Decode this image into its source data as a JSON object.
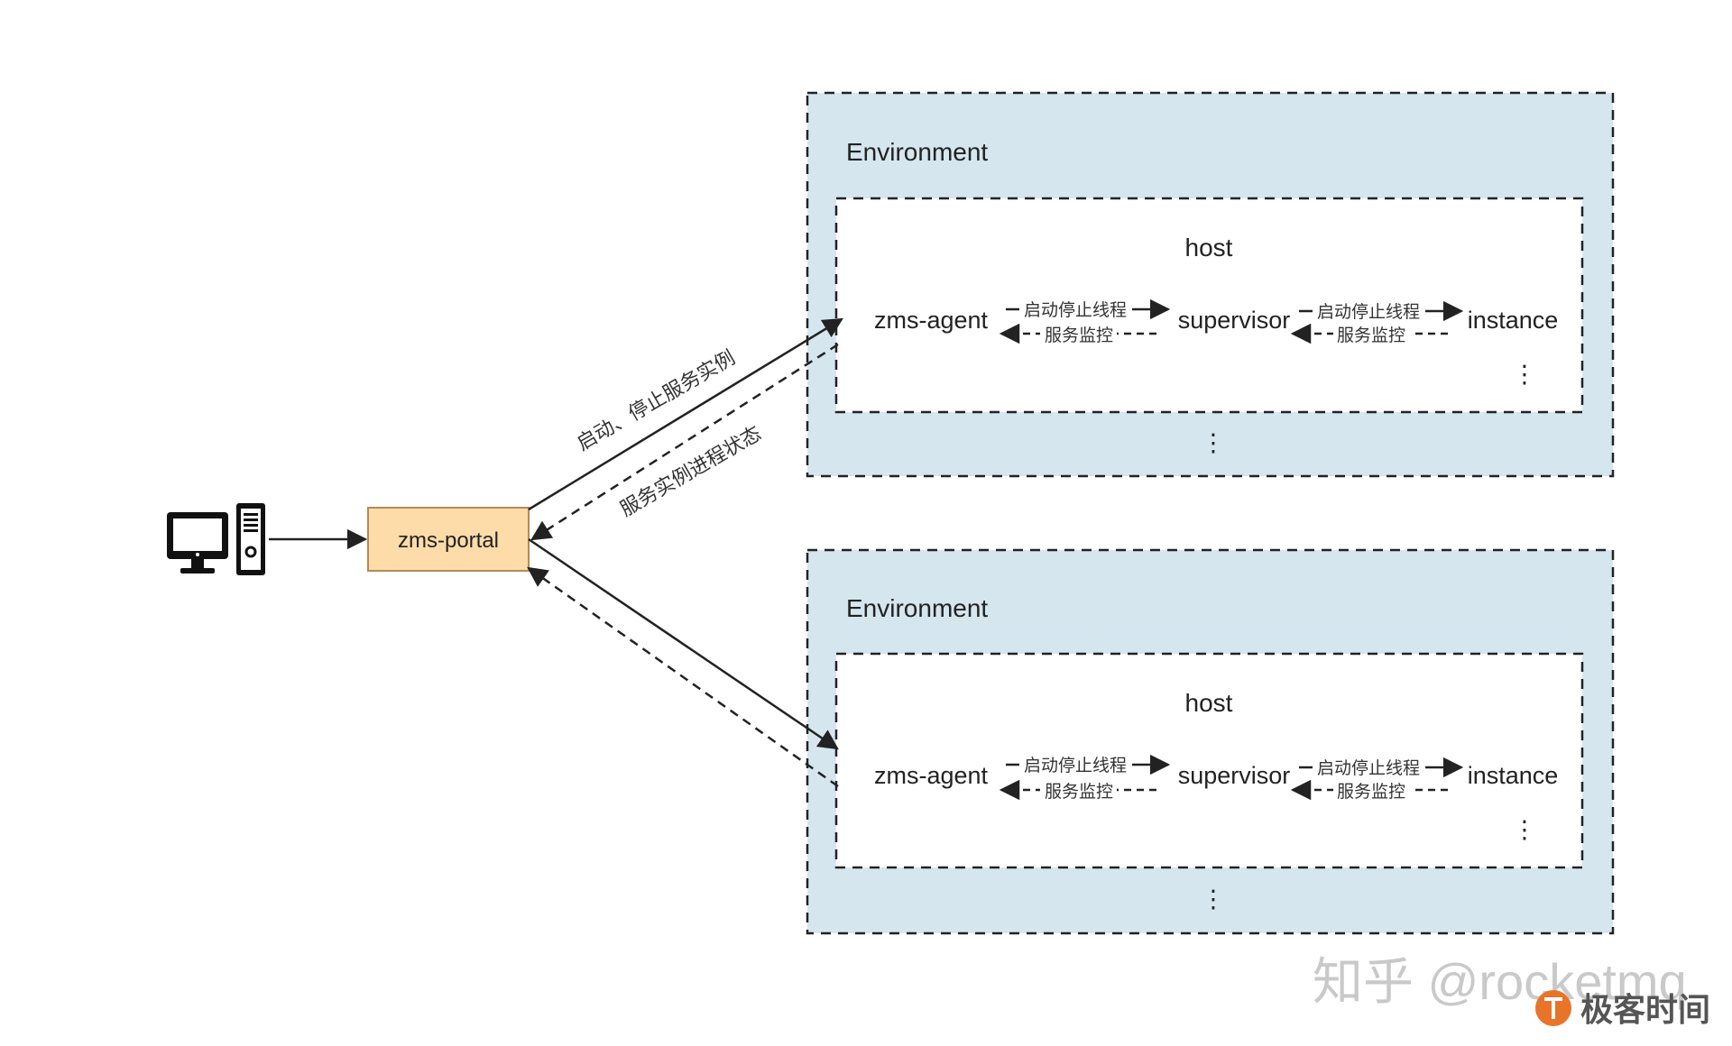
{
  "portal": {
    "label": "zms-portal"
  },
  "links": {
    "command_label": "启动、停止服务实例",
    "status_label": "服务实例进程状态"
  },
  "environments": [
    {
      "title": "Environment",
      "host": {
        "title": "host",
        "nodes": [
          "zms-agent",
          "supervisor",
          "instance"
        ],
        "edge_forward": "启动停止线程",
        "edge_back": "服务监控",
        "more": "⋮"
      },
      "more": "⋮"
    },
    {
      "title": "Environment",
      "host": {
        "title": "host",
        "nodes": [
          "zms-agent",
          "supervisor",
          "instance"
        ],
        "edge_forward": "启动停止线程",
        "edge_back": "服务监控",
        "more": "⋮"
      },
      "more": "⋮"
    }
  ],
  "watermark": "知乎 @rocketmq",
  "brand": "极客时间",
  "colors": {
    "environment_fill": "#d5e6ef",
    "portal_fill": "#fddcaa",
    "portal_border": "#b58a55",
    "line": "#222222",
    "brand_accent": "#e8742a"
  },
  "icons": [
    "computer-monitor-icon",
    "desktop-tower-icon",
    "geekbang-logo-icon"
  ]
}
